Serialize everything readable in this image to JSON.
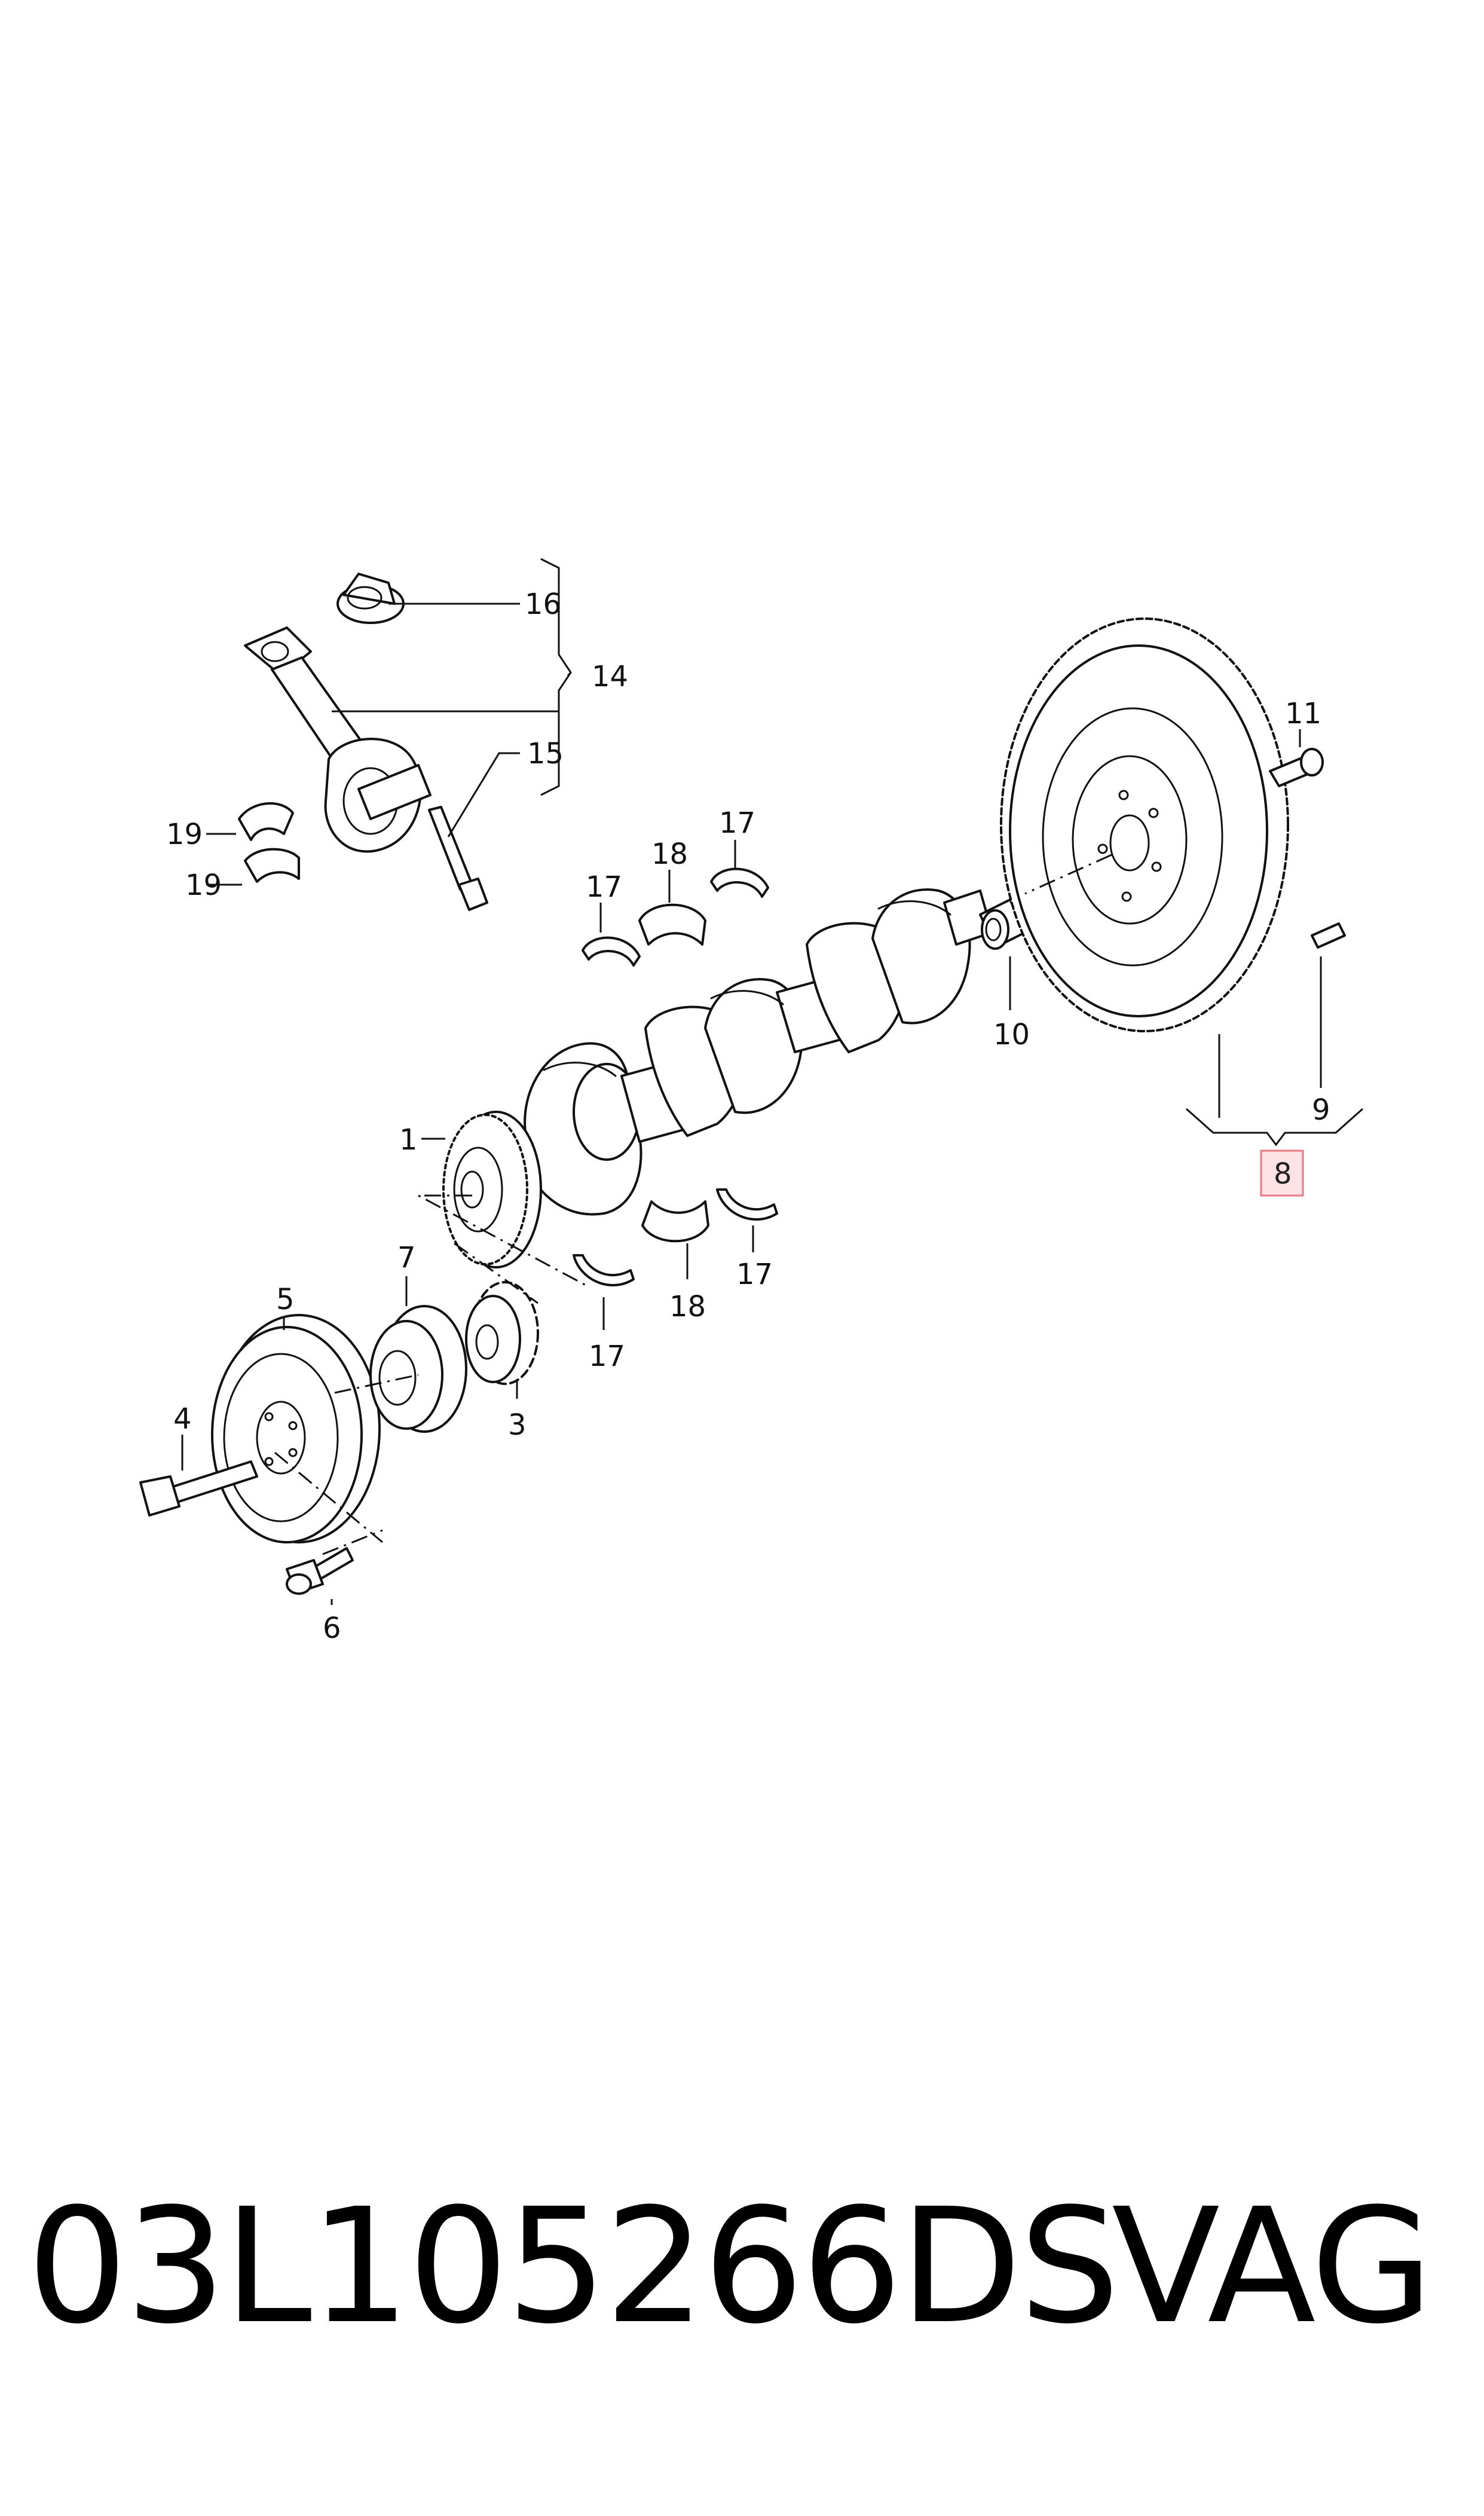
{
  "diagram": {
    "callouts": {
      "c1": "1",
      "c3": "3",
      "c4": "4",
      "c5": "5",
      "c6": "6",
      "c7": "7",
      "c8": "8",
      "c9": "9",
      "c10": "10",
      "c11": "11",
      "c14": "14",
      "c15": "15",
      "c16": "16",
      "c17a": "17",
      "c17b": "17",
      "c17c": "17",
      "c17d": "17",
      "c18a": "18",
      "c18b": "18",
      "c19a": "19",
      "c19b": "19"
    },
    "highlighted_part": "8",
    "colors": {
      "highlight_fill": "#fde3e6",
      "highlight_stroke": "#e57a86",
      "line": "#111111"
    }
  },
  "footer": {
    "part_number": "03L105266DS",
    "brand": "VAG"
  }
}
